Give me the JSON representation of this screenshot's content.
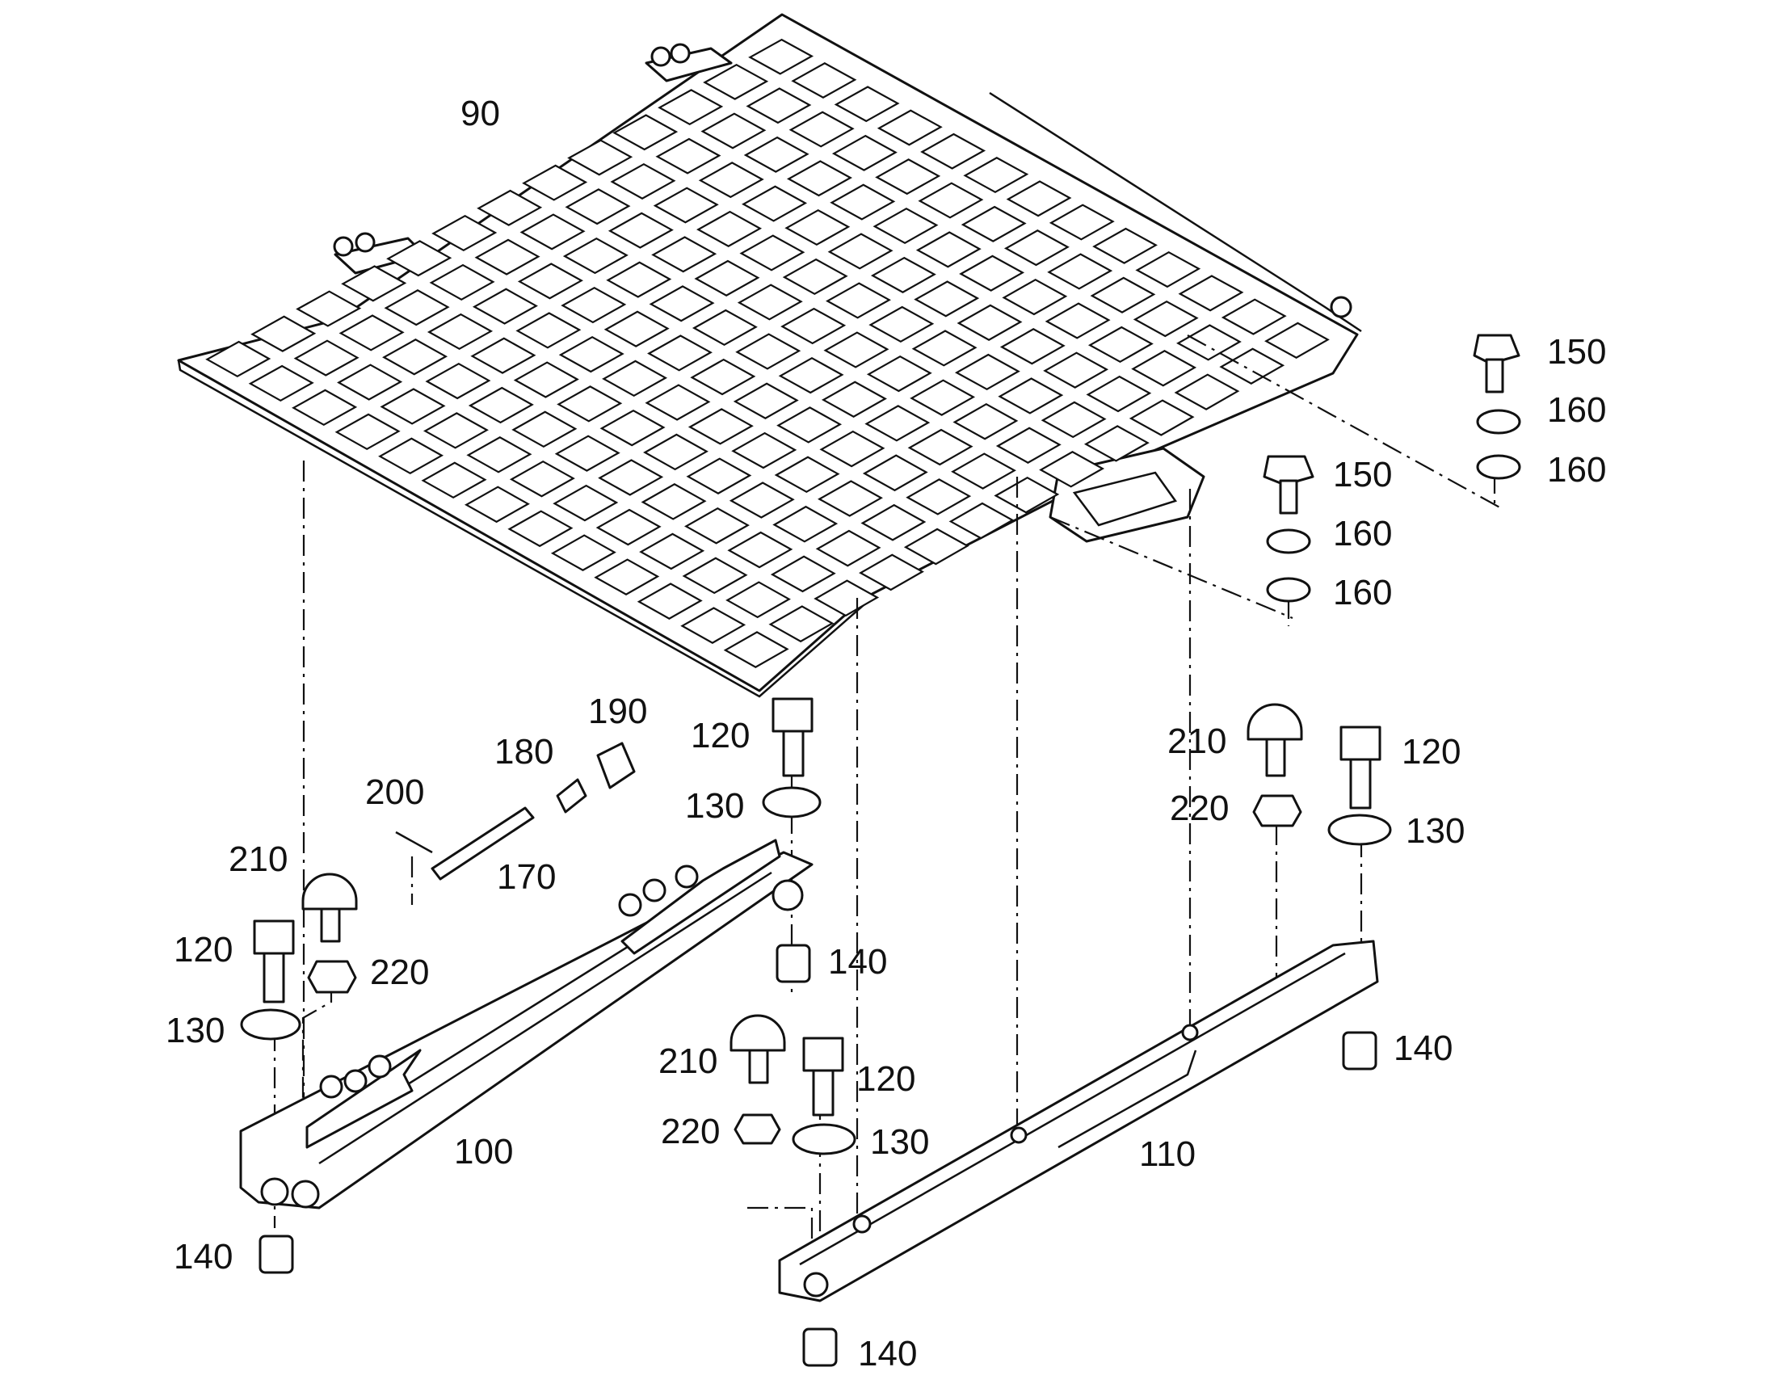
{
  "callouts": {
    "c90": "90",
    "c150a": "150",
    "c160a": "160",
    "c160b": "160",
    "c150b": "150",
    "c160c": "160",
    "c160d": "160",
    "c190": "190",
    "c180": "180",
    "c200": "200",
    "c170": "170",
    "c120a": "120",
    "c130a": "130",
    "c140a": "140",
    "c210a": "210",
    "c120b": "120",
    "c220a": "220",
    "c130b": "130",
    "c210b": "210",
    "c120c": "120",
    "c220b": "220",
    "c130c": "130",
    "c140b": "140",
    "c100": "100",
    "c140c": "140",
    "c210c": "210",
    "c120d": "120",
    "c220c": "220",
    "c130d": "130",
    "c110": "110",
    "c140d": "140"
  },
  "colors": {
    "line": "#111111",
    "background": "#ffffff"
  }
}
